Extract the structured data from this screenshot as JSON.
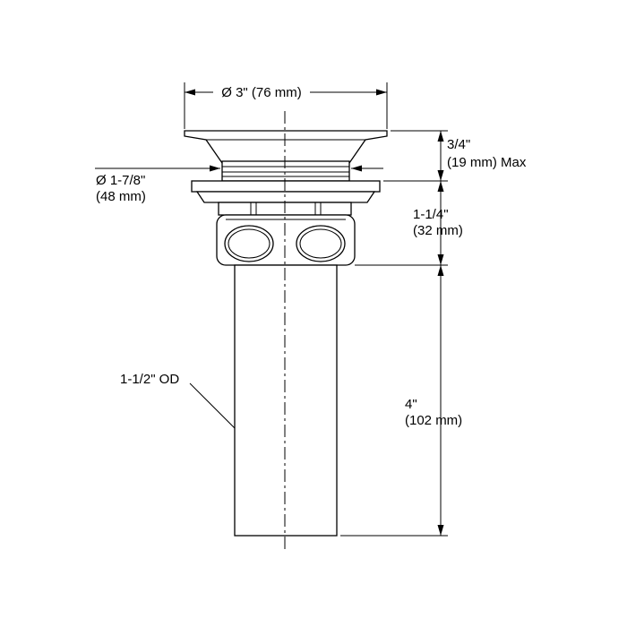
{
  "dimensions": {
    "top_diameter": "Ø 3\" (76 mm)",
    "flange_height_1": "3/4\"",
    "flange_height_2": "(19 mm) Max",
    "body_diameter_1": "Ø 1-7/8\"",
    "body_diameter_2": "(48 mm)",
    "body_height_1": "1-1/4\"",
    "body_height_2": "(32 mm)",
    "tailpiece_od": "1-1/2\" OD",
    "tailpiece_length_1": "4\"",
    "tailpiece_length_2": "(102 mm)"
  },
  "colors": {
    "line": "#000000",
    "background": "#ffffff"
  }
}
